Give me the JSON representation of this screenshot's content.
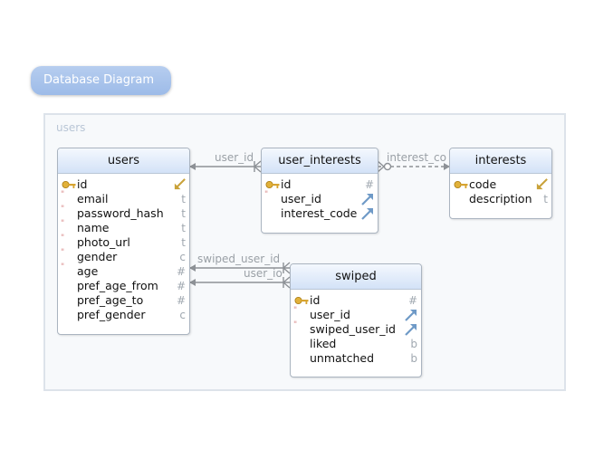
{
  "diagram": {
    "title": "Database Diagram",
    "group_label": "users",
    "tables": {
      "users": {
        "name": "users",
        "columns": [
          {
            "name": "id",
            "type": "",
            "pk": true
          },
          {
            "name": "email",
            "type": "t",
            "required": true
          },
          {
            "name": "password_hash",
            "type": "t",
            "required": true
          },
          {
            "name": "name",
            "type": "t",
            "required": true
          },
          {
            "name": "photo_url",
            "type": "t",
            "required": true
          },
          {
            "name": "gender",
            "type": "c",
            "required": true
          },
          {
            "name": "age",
            "type": "#",
            "required": true
          },
          {
            "name": "pref_age_from",
            "type": "#"
          },
          {
            "name": "pref_age_to",
            "type": "#"
          },
          {
            "name": "pref_gender",
            "type": "c"
          }
        ]
      },
      "user_interests": {
        "name": "user_interests",
        "columns": [
          {
            "name": "id",
            "type": "#",
            "pk": true
          },
          {
            "name": "user_id",
            "type": "",
            "required": true,
            "fk": true
          },
          {
            "name": "interest_code",
            "type": "",
            "fk": true
          }
        ]
      },
      "interests": {
        "name": "interests",
        "columns": [
          {
            "name": "code",
            "type": "",
            "pk": true
          },
          {
            "name": "description",
            "type": "t"
          }
        ]
      },
      "swiped": {
        "name": "swiped",
        "columns": [
          {
            "name": "id",
            "type": "#",
            "pk": true
          },
          {
            "name": "user_id",
            "type": "",
            "required": true,
            "fk": true
          },
          {
            "name": "swiped_user_id",
            "type": "",
            "required": true,
            "fk": true
          },
          {
            "name": "liked",
            "type": "b"
          },
          {
            "name": "unmatched",
            "type": "b"
          }
        ]
      }
    },
    "relations": {
      "user_interests_user_id": "user_id",
      "user_interests_interest_code": "interest_co",
      "swiped_swiped_user_id": "swiped_user_id",
      "swiped_user_id": "user_io"
    }
  }
}
